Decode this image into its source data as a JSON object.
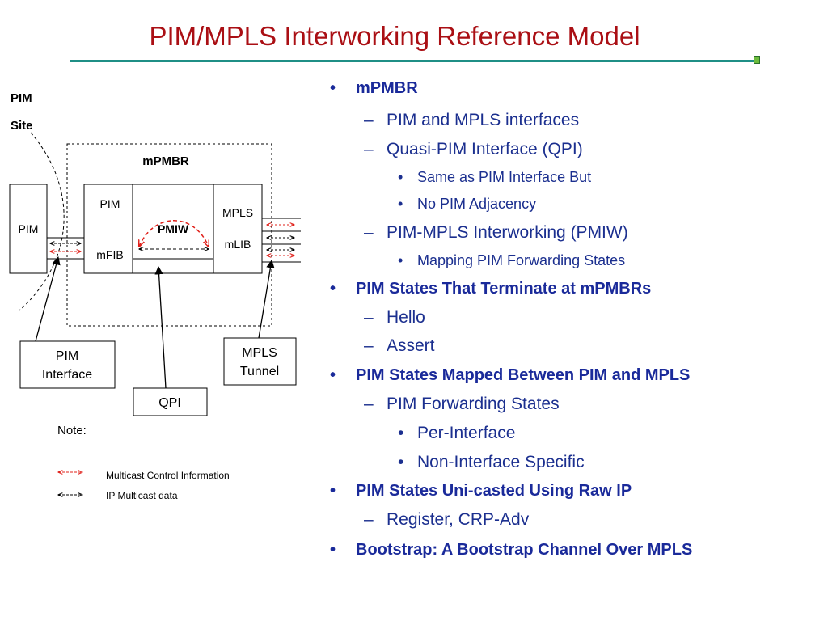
{
  "title": "PIM/MPLS Interworking Reference Model",
  "colors": {
    "title": "#aa0f14",
    "rule": "#1f8f86",
    "text": "#1a2a9a",
    "control_arrow": "#e0201a"
  },
  "diagram": {
    "pim_site_label_1": "PIM",
    "pim_site_label_2": "Site",
    "mpmbr_label": "mPMBR",
    "pim_box": "PIM",
    "pim_inner": "PIM",
    "mfib": "mFIB",
    "pmiw": "PMIW",
    "mpls_inner": "MPLS",
    "mlib": "mLIB",
    "pim_interface_1": "PIM",
    "pim_interface_2": "Interface",
    "qpi": "QPI",
    "mpls_tunnel_1": "MPLS",
    "mpls_tunnel_2": "Tunnel",
    "note": "Note:",
    "legend_control": "Multicast Control Information",
    "legend_data": "IP Multicast data"
  },
  "bullets": [
    {
      "level": 1,
      "text": "mPMBR"
    },
    {
      "level": 2,
      "text": "PIM and MPLS interfaces"
    },
    {
      "level": 2,
      "text": "Quasi-PIM Interface (QPI)"
    },
    {
      "level": 3,
      "text": "Same as PIM Interface But"
    },
    {
      "level": 3,
      "text": "No PIM Adjacency"
    },
    {
      "level": 2,
      "text": "PIM-MPLS Interworking (PMIW)"
    },
    {
      "level": 3,
      "text": "Mapping PIM Forwarding States"
    },
    {
      "level": 1,
      "text": "PIM States That Terminate at mPMBRs"
    },
    {
      "level": 2,
      "text": "Hello"
    },
    {
      "level": 2,
      "text": "Assert"
    },
    {
      "level": 1,
      "text": "PIM States Mapped Between PIM and MPLS"
    },
    {
      "level": 2,
      "text": "PIM Forwarding States"
    },
    {
      "level": 3,
      "text": "Per-Interface"
    },
    {
      "level": 3,
      "text": "Non-Interface Specific"
    },
    {
      "level": 1,
      "text": "PIM States Uni-casted Using Raw IP"
    },
    {
      "level": 2,
      "text": "Register, CRP-Adv"
    },
    {
      "level": 1,
      "text": "Bootstrap: A Bootstrap Channel Over MPLS"
    }
  ]
}
